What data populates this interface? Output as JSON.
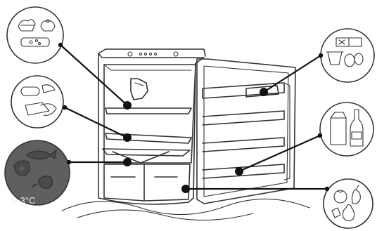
{
  "zones": [
    {
      "id": "top-shelf-zone",
      "foods": [
        "cupcake-icon",
        "cake-icon",
        "dairy-box-icon"
      ]
    },
    {
      "id": "middle-shelf-zone",
      "foods": [
        "sausage-icon",
        "cheese-icon",
        "ham-icon"
      ]
    },
    {
      "id": "chiller-zone",
      "foods": [
        "fish-icon",
        "steak-icon",
        "poultry-icon"
      ],
      "temperature_label": "0-3°C",
      "fill_color": "#5f5f5f"
    },
    {
      "id": "door-top-zone",
      "foods": [
        "butter-dish-icon",
        "yogurt-icon",
        "eggs-icon"
      ]
    },
    {
      "id": "door-bottle-zone",
      "foods": [
        "milk-carton-icon",
        "bottle-icon"
      ]
    },
    {
      "id": "crisper-zone",
      "foods": [
        "tomato-icon",
        "pepper-icon",
        "pear-icon"
      ]
    }
  ],
  "colors": {
    "line": "#333333",
    "chiller_fill": "#5f5f5f",
    "chiller_text": "#e6e6e6"
  }
}
